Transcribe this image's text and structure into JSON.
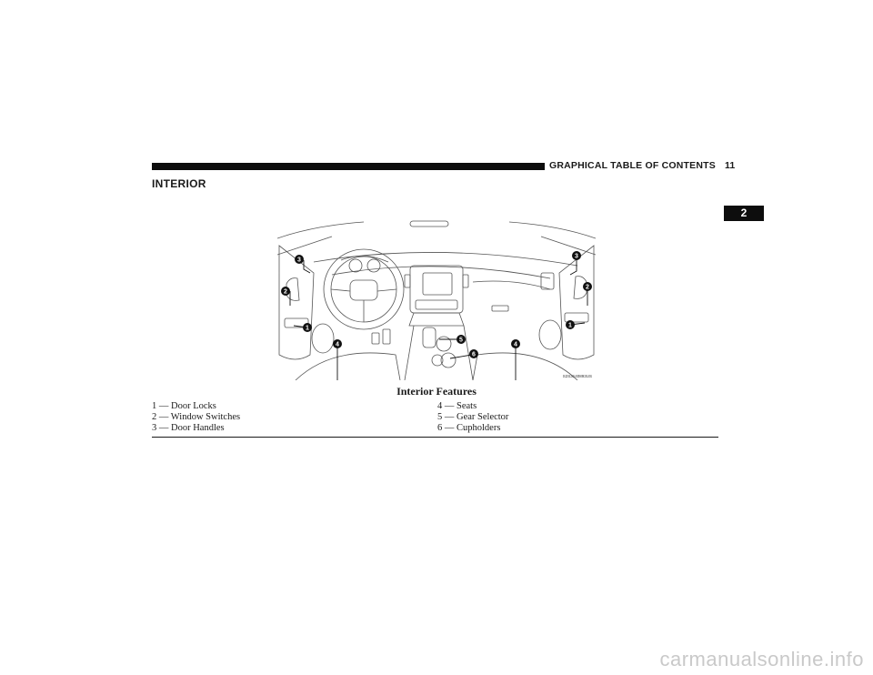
{
  "header": {
    "title": "GRAPHICAL TABLE OF CONTENTS",
    "page_number": "11"
  },
  "section_title": "INTERIOR",
  "chapter_tab": "2",
  "figure": {
    "image_code": "S2S3140893US",
    "callouts": [
      "1",
      "2",
      "3",
      "4",
      "5",
      "6"
    ],
    "caption": "Interior Features"
  },
  "legend": {
    "left": [
      "1 — Door Locks",
      "2 — Window Switches",
      "3 — Door Handles"
    ],
    "right": [
      "4 — Seats",
      "5 — Gear Selector",
      "6 — Cupholders"
    ]
  },
  "watermark": "carmanualsonline.info"
}
